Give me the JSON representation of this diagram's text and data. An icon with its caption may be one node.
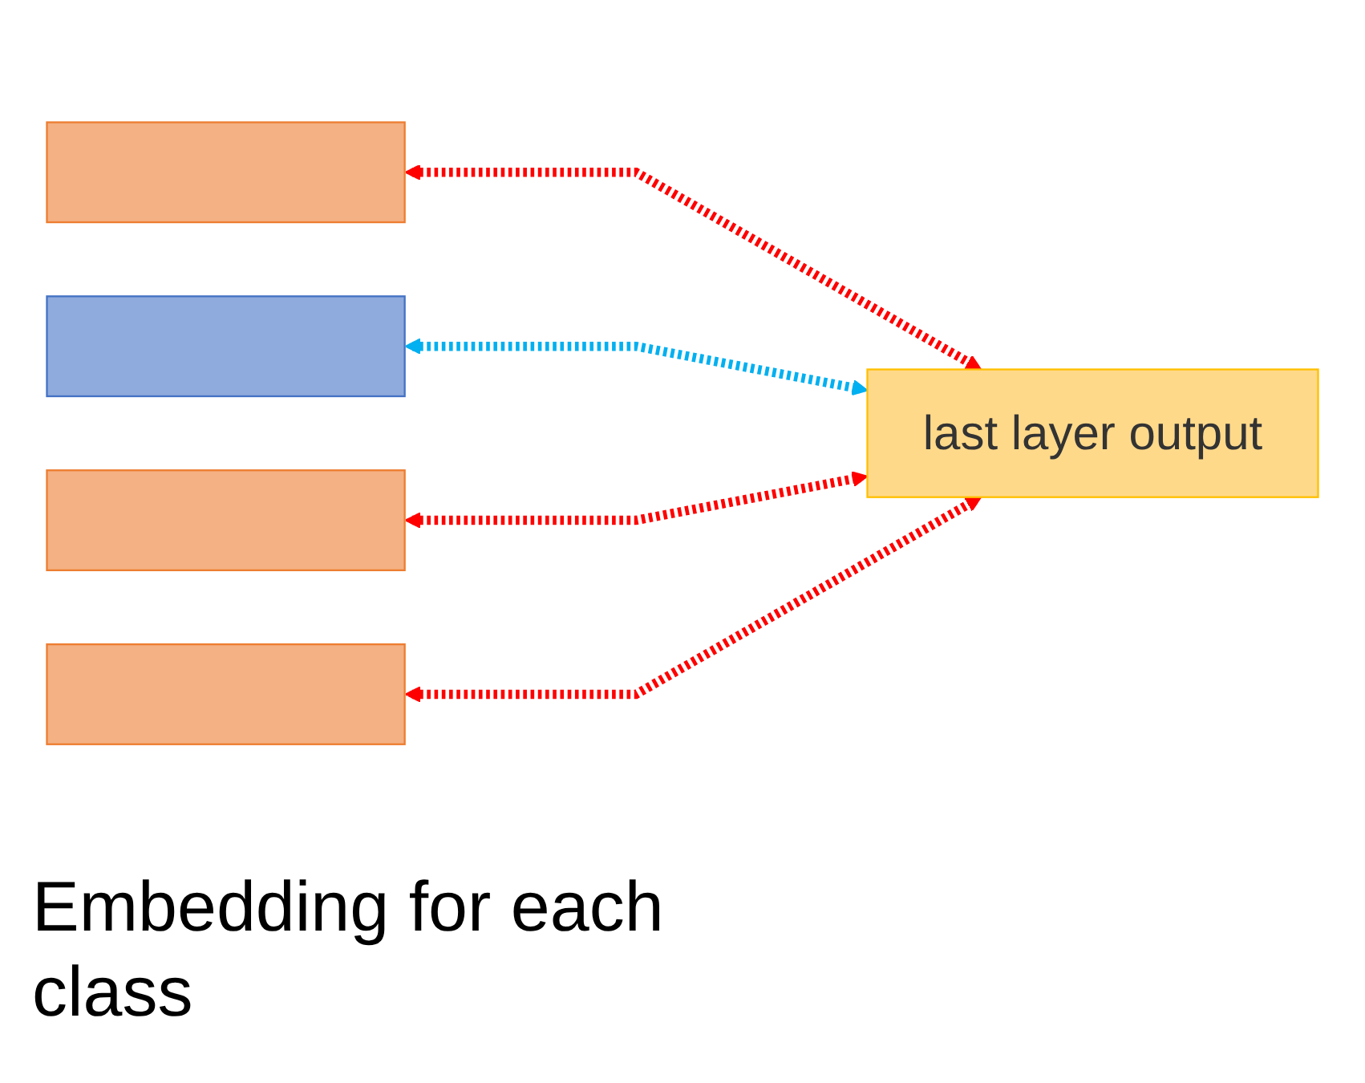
{
  "diagram": {
    "nodes": [
      {
        "text": [],
        "shape": "box"
      },
      {
        "text": [],
        "shape": "box"
      },
      {
        "text": [],
        "shape": "box"
      },
      {
        "text": [],
        "shape": "box"
      },
      {
        "text": [
          "last layer output"
        ]
      }
    ],
    "edges": [
      {
        "from": 0,
        "to": 4,
        "arrow": "both",
        "style": "dashed"
      },
      {
        "from": 1,
        "to": 4,
        "arrow": "both",
        "style": "dashed",
        "color": "#00b0f0"
      },
      {
        "from": 2,
        "to": 4,
        "arrow": "both",
        "style": "dashed"
      },
      {
        "from": 3,
        "to": 4,
        "arrow": "both",
        "style": "dashed"
      }
    ],
    "labels": [
      "Embedding for each class"
    ]
  }
}
